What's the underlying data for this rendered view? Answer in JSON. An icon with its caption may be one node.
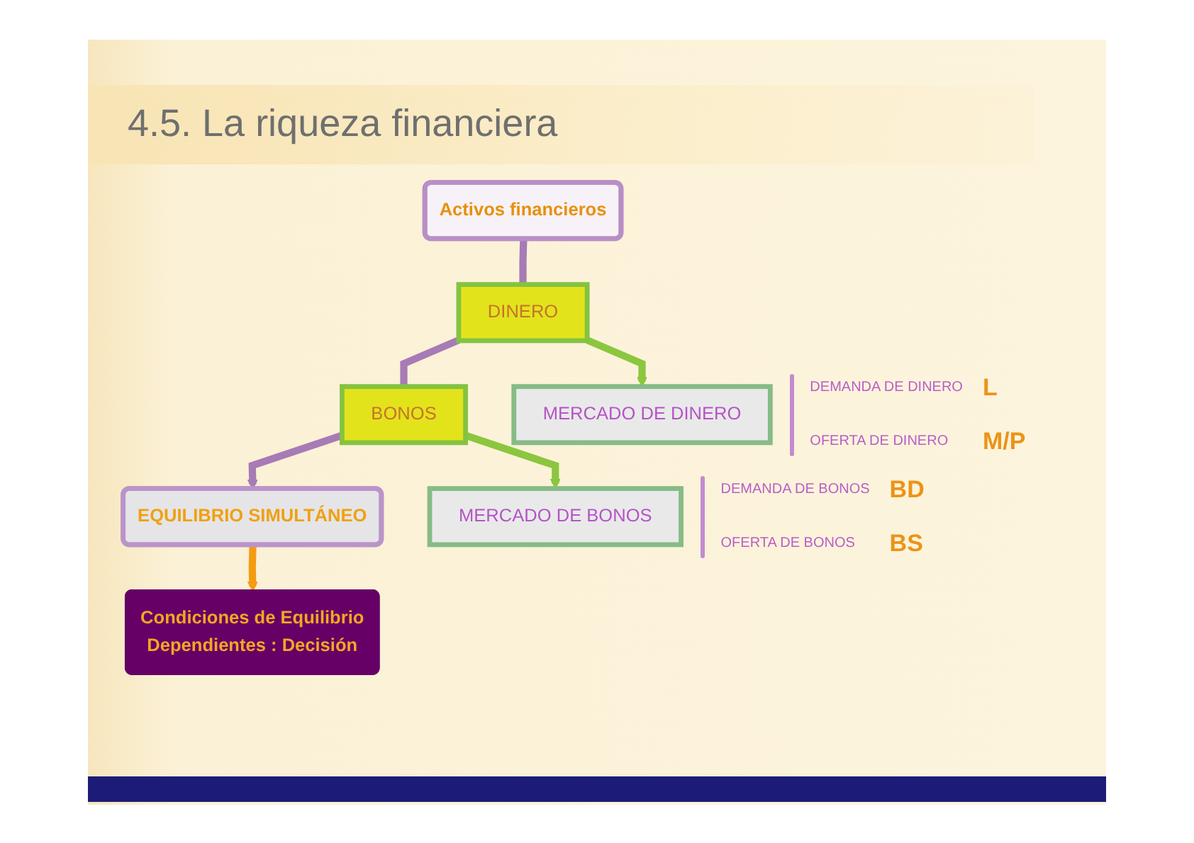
{
  "diagram": {
    "title": "4.5. La riqueza financiera",
    "nodes": [
      {
        "text": [
          "Activos financieros"
        ]
      },
      {
        "text": [
          "DINERO"
        ]
      },
      {
        "text": [
          "MERCADO DE DINERO"
        ],
        "beside": [
          "DEMANDA DE DINERO",
          "L",
          "OFERTA DE DINERO",
          "M/P"
        ]
      },
      {
        "text": [
          "BONOS"
        ]
      },
      {
        "text": [
          "MERCADO DE BONOS"
        ],
        "beside": [
          "DEMANDA DE BONOS",
          "BD",
          "OFERTA DE BONOS",
          "BS"
        ]
      },
      {
        "text": [
          "EQUILIBRIO SIMULTÁNEO"
        ]
      },
      {
        "text": [
          "Condiciones de Equilibrio",
          "Dependientes : Decisión"
        ]
      }
    ],
    "edges": [
      {
        "from": 0,
        "to": 1,
        "arrow": "none"
      },
      {
        "from": 1,
        "to": 2,
        "arrow": "to",
        "color": "#8cc63f"
      },
      {
        "from": 1,
        "to": 3,
        "arrow": "none"
      },
      {
        "from": 3,
        "to": 4,
        "arrow": "to",
        "color": "#8cc63f"
      },
      {
        "from": 3,
        "to": 5,
        "arrow": "to"
      },
      {
        "from": 5,
        "to": 6,
        "arrow": "to",
        "color": "#f39c12"
      }
    ]
  }
}
